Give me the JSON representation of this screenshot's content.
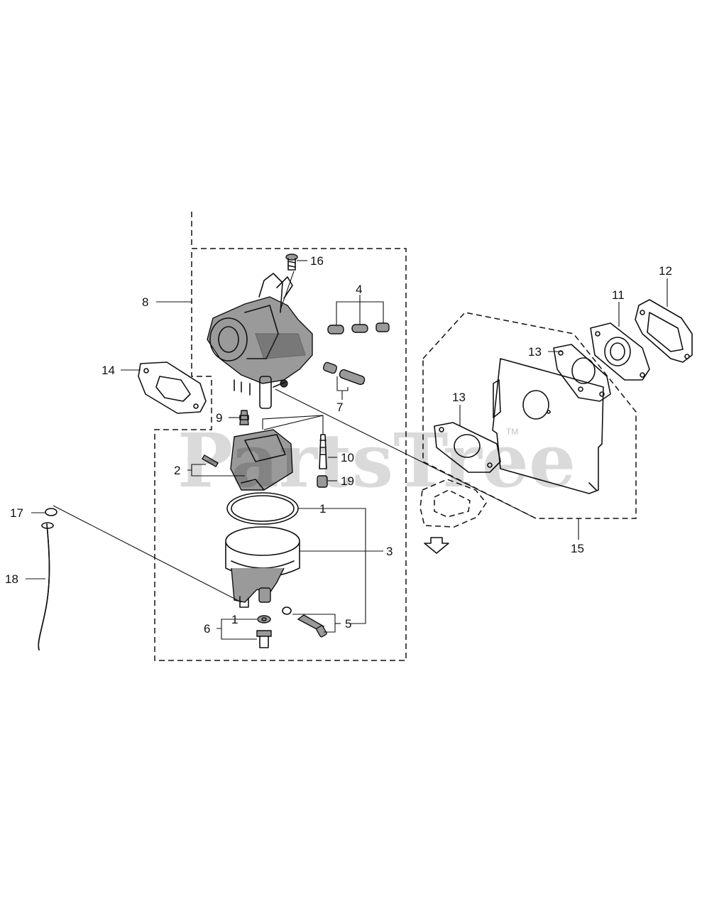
{
  "watermark": {
    "text": "PartsTree",
    "trademark": "TM"
  },
  "callouts": {
    "c1a": "1",
    "c1b": "1",
    "c2": "2",
    "c3": "3",
    "c4": "4",
    "c5": "5",
    "c6": "6",
    "c7": "7",
    "c8": "8",
    "c9": "9",
    "c10": "10",
    "c11": "11",
    "c12": "12",
    "c13a": "13",
    "c13b": "13",
    "c14": "14",
    "c15": "15",
    "c16": "16",
    "c17": "17",
    "c18": "18",
    "c19": "19"
  }
}
